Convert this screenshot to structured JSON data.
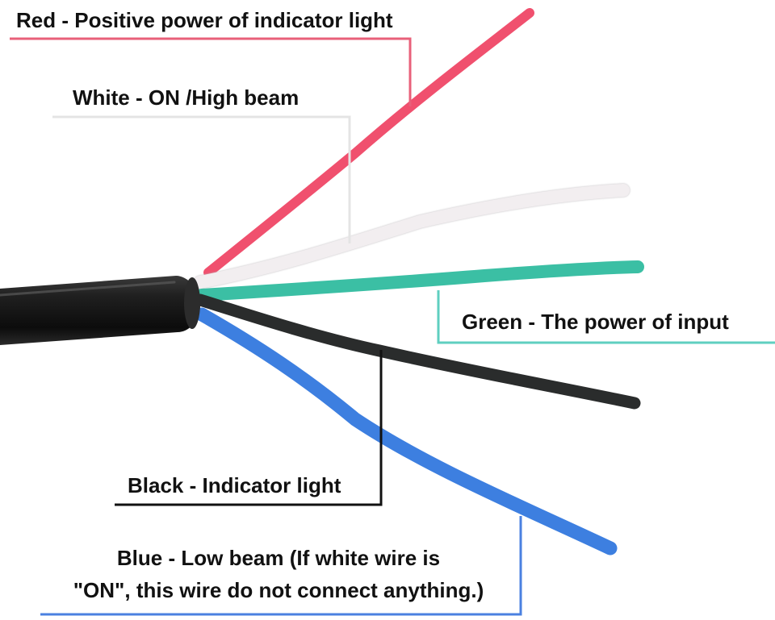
{
  "wires": [
    {
      "id": "red",
      "label": "Red - Positive power of indicator light",
      "color": "#f0506e",
      "leader_color": "#e8607a"
    },
    {
      "id": "white",
      "label": "White - ON /High beam",
      "color": "#f2eef0",
      "leader_color": "#e4e4e4"
    },
    {
      "id": "green",
      "label": "Green - The power of input",
      "color": "#3bbfa4",
      "leader_color": "#5fcfc0"
    },
    {
      "id": "black",
      "label": "Black - Indicator light",
      "color": "#2a2c2c",
      "leader_color": "#111111"
    },
    {
      "id": "blue",
      "label_lines": [
        "Blue - Low beam (If white wire is",
        "\"ON\", this wire do not connect anything.)"
      ],
      "color": "#3d7fe0",
      "leader_color": "#4a80e0"
    }
  ],
  "cable": {
    "jacket_color": "#1b1b1b"
  }
}
